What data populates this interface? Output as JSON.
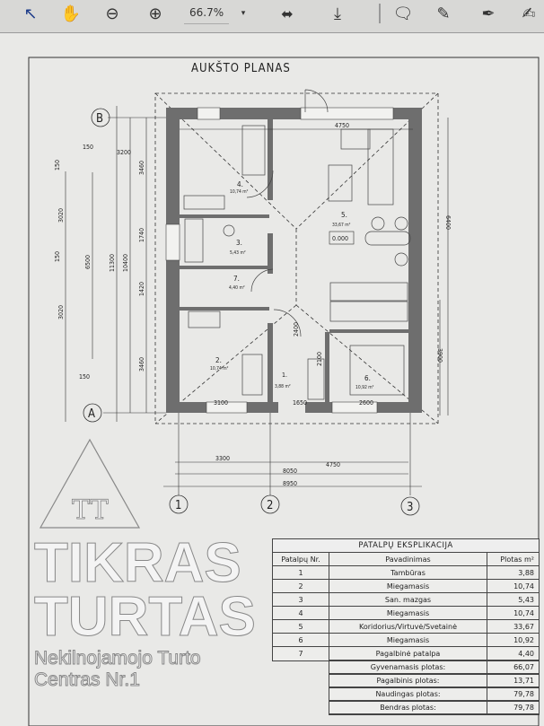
{
  "toolbar": {
    "zoom_level": "66.7%",
    "icons": [
      "select-arrow-icon",
      "hand-pan-icon",
      "zoom-out-icon",
      "zoom-in-icon",
      "zoom-dropdown-icon",
      "fit-page-icon",
      "scroll-down-icon",
      "comment-icon",
      "pen-icon",
      "sign-icon",
      "edit-icon"
    ]
  },
  "plan": {
    "title": "AUKŠTO PLANAS",
    "axes": {
      "a": "A",
      "b": "B",
      "n1": "1",
      "n2": "2",
      "n3": "3"
    },
    "rooms": [
      {
        "num": "1.",
        "area": "3,88 m²"
      },
      {
        "num": "2.",
        "area": "10,74 m²"
      },
      {
        "num": "3.",
        "area": "5,43 m²"
      },
      {
        "num": "4.",
        "area": "10,74 m²"
      },
      {
        "num": "5.",
        "area": "33,67 m²"
      },
      {
        "num": "6.",
        "area": "10,92 m²"
      },
      {
        "num": "7.",
        "area": "4,40 m²"
      }
    ],
    "level_mark": "0.000",
    "dims": {
      "top_4750": "4750",
      "right_6400": "6400",
      "right_3900": "3900",
      "d3200": "3200",
      "d150a": "150",
      "d150b": "150",
      "d150c": "150",
      "d150d": "150",
      "d3020a": "3020",
      "d3020b": "3020",
      "d6500": "6500",
      "d11300": "11300",
      "d10400": "10400",
      "d3460a": "3460",
      "d3460b": "3460",
      "d1740": "1740",
      "d1420": "1420",
      "d2400": "2400",
      "d2100": "2100",
      "d3100": "3100",
      "d1650": "1650",
      "d2600": "2600",
      "b3300": "3300",
      "b4750": "4750",
      "b8050": "8050",
      "b8950": "8950"
    }
  },
  "watermark": {
    "line1": "TIKRAS TURTAS",
    "line2": "Nekilnojamojo Turto Centras Nr.1",
    "logo": "TT"
  },
  "table": {
    "title": "PATALPŲ EKSPLIKACIJA",
    "headers": [
      "Patalpų Nr.",
      "Pavadinimas",
      "Plotas m²"
    ],
    "rows": [
      [
        "1",
        "Tambūras",
        "3,88"
      ],
      [
        "2",
        "Miegamasis",
        "10,74"
      ],
      [
        "3",
        "San. mazgas",
        "5,43"
      ],
      [
        "4",
        "Miegamasis",
        "10,74"
      ],
      [
        "5",
        "Koridorius/Virtuvė/Svetainė",
        "33,67"
      ],
      [
        "6",
        "Miegamasis",
        "10,92"
      ],
      [
        "7",
        "Pagalbinė patalpa",
        "4,40"
      ]
    ],
    "summary": [
      [
        "Gyvenamasis plotas:",
        "66,07"
      ],
      [
        "Pagalbinis plotas:",
        "13,71"
      ],
      [
        "Naudingas plotas:",
        "79,78"
      ],
      [
        "Bendras plotas:",
        "79,78"
      ]
    ]
  }
}
